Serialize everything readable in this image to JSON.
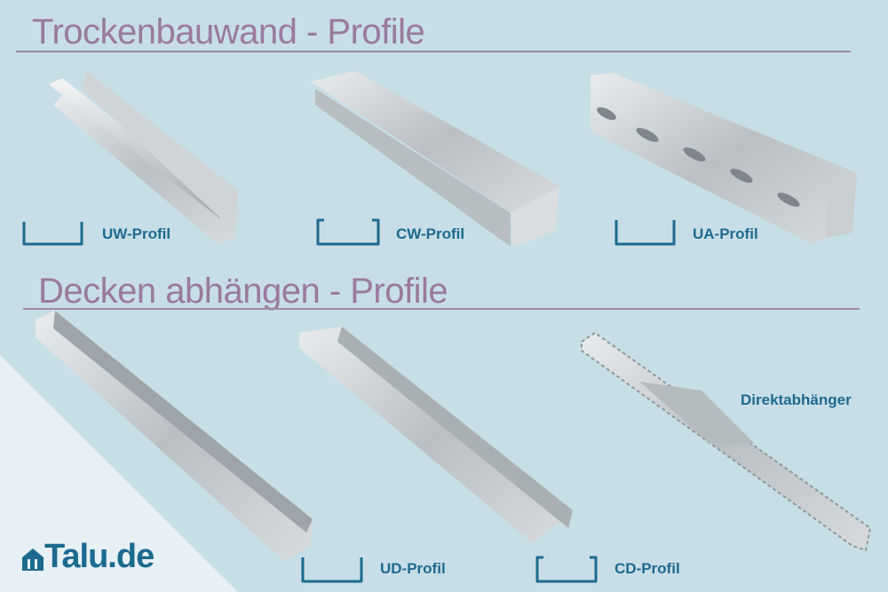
{
  "sections": [
    {
      "title": "Trockenbauwand - Profile"
    },
    {
      "title": "Decken abhängen - Profile"
    }
  ],
  "profiles": [
    {
      "label": "UW-Profil",
      "icon": "u-channel-icon"
    },
    {
      "label": "CW-Profil",
      "icon": "c-channel-icon"
    },
    {
      "label": "UA-Profil",
      "icon": "u-channel-icon"
    },
    {
      "label": "UD-Profil",
      "icon": "u-channel-icon"
    },
    {
      "label": "CD-Profil",
      "icon": "c-channel-icon"
    },
    {
      "label": "Direktabhänger"
    }
  ],
  "brand": {
    "name": "Talu.de"
  },
  "colors": {
    "background": "#c7dee6",
    "title": "#9a7a9c",
    "label": "#1d6a8f"
  }
}
